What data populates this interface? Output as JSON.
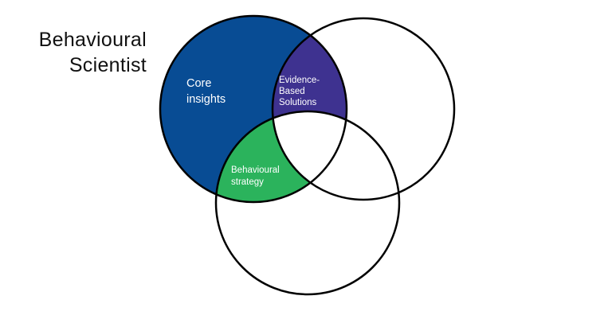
{
  "title": {
    "line1": "Behavioural",
    "line2": "Scientist"
  },
  "regions": {
    "core": {
      "line1": "Core",
      "line2": "insights",
      "color": "#084C94"
    },
    "evidence": {
      "line1": "Evidence-",
      "line2": "Based",
      "line3": "Solutions",
      "color": "#3E3290"
    },
    "strategy": {
      "line1": "Behavioural",
      "line2": "strategy",
      "color": "#2BB35C"
    }
  },
  "outline_color": "#000000"
}
